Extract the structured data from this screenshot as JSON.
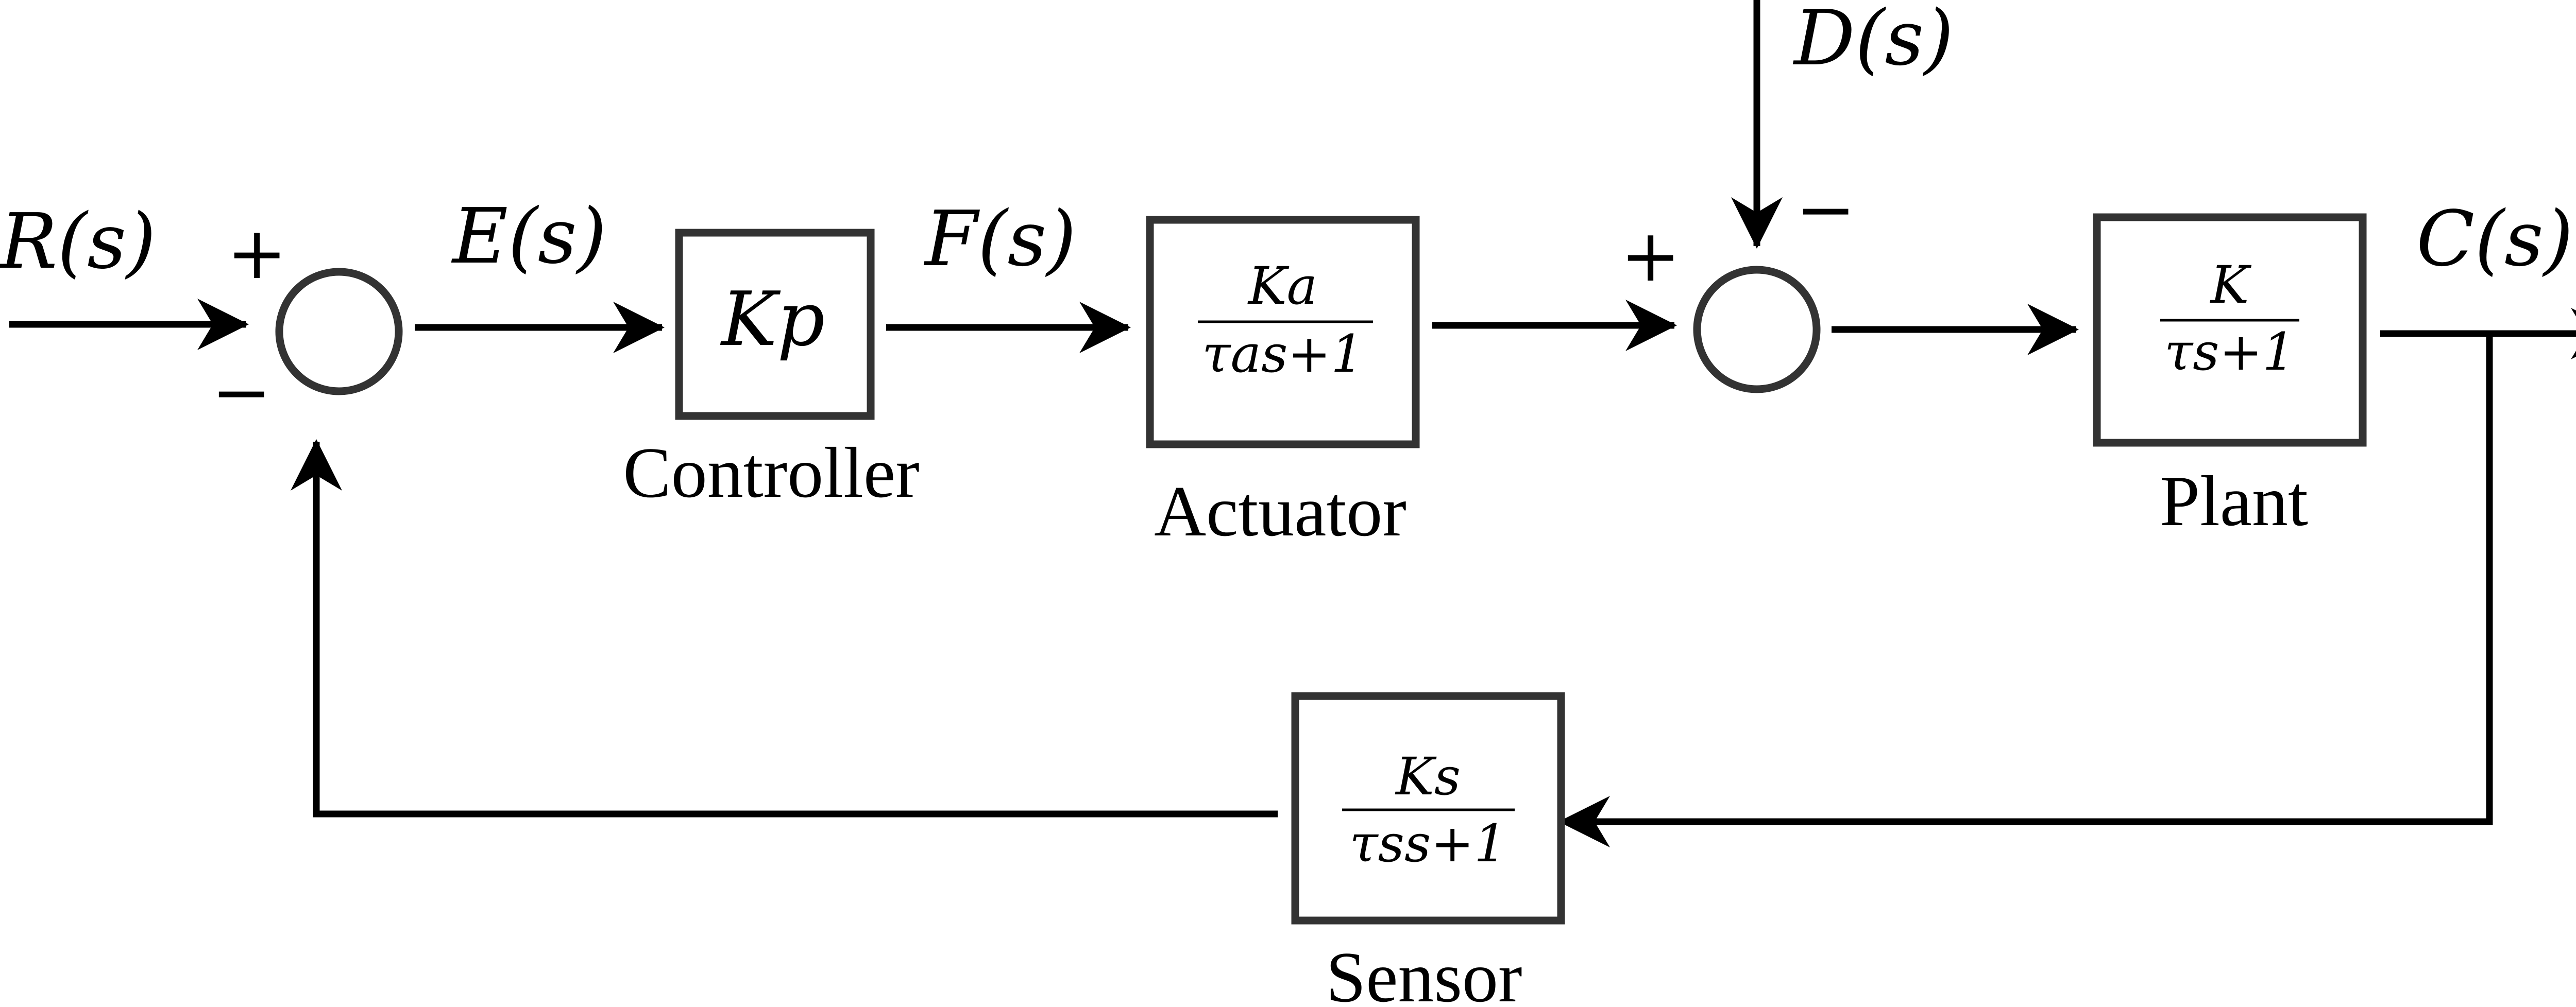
{
  "signals": {
    "input": "R(s)",
    "error": "E(s)",
    "control": "F(s)",
    "disturbance": "D(s)",
    "output": "C(s)"
  },
  "junction1": {
    "top_sign": "+",
    "bottom_sign": "−"
  },
  "junction2": {
    "left_sign": "+",
    "top_sign": "−"
  },
  "blocks": {
    "controller": {
      "label": "Controller",
      "tf": "Kp"
    },
    "actuator": {
      "label": "Actuator",
      "tf_num": "Ka",
      "tf_den": "τas+1"
    },
    "plant": {
      "label": "Plant",
      "tf_num": "K",
      "tf_den": "τs+1"
    },
    "sensor": {
      "label": "Sensor",
      "tf_num": "Ks",
      "tf_den": "τss+1"
    }
  }
}
